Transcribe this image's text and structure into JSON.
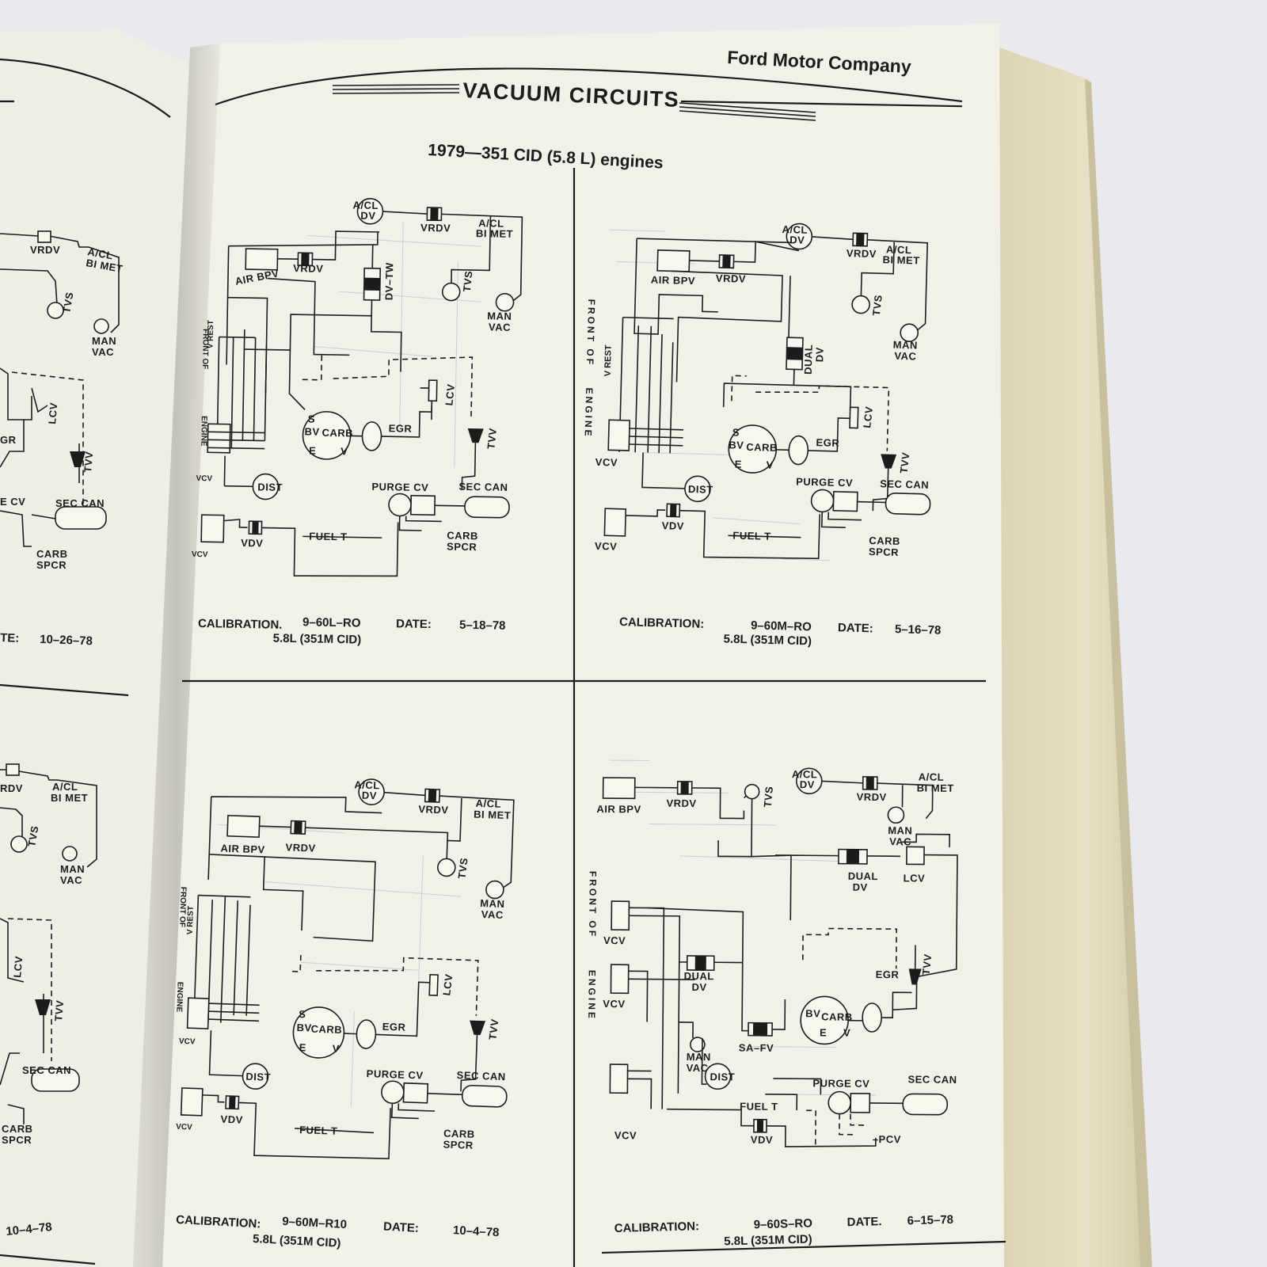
{
  "page": {
    "brand": "Ford Motor Company",
    "section_title": "VACUUM CIRCUITS",
    "subtitle": "1979—351 CID (5.8 L) engines"
  },
  "left_page": {
    "labels": [
      "VRDV",
      "A/CL",
      "BI MET",
      "TVS",
      "MAN",
      "VAC",
      "LCV",
      "GR",
      "TVV",
      "E CV",
      "SEC CAN",
      "CARB",
      "SPCR",
      "TE:",
      "10–26–78",
      "RDV",
      "A/CL",
      "BI MET",
      "TVS",
      "MAN",
      "VAC",
      "LCV",
      "TVV",
      "SEC CAN",
      "CARB",
      "SPCR",
      "10–4–78"
    ]
  },
  "diagrams": [
    {
      "labels": {
        "acl_dv_1": "A/CL",
        "acl_dv_2": "DV",
        "vrdv_top": "VRDV",
        "acl_bimet_1": "A/CL",
        "acl_bimet_2": "BI MET",
        "air_bpv": "AIR BPV",
        "vrdv": "VRDV",
        "dv_tw": "DV–TW",
        "tvs": "TVS",
        "man": "MAN",
        "vac": "VAC",
        "front": "FRONT OF",
        "engine": "ENGINE",
        "vrest": "V REST",
        "lcv": "LCV",
        "s": "S",
        "bv": "BV",
        "carb": "CARB",
        "egr": "EGR",
        "e": "E",
        "v": "V",
        "tvv": "TVV",
        "vcv_upper": "VCV",
        "dist": "DIST",
        "purge_cv": "PURGE CV",
        "sec_can": "SEC CAN",
        "vcv_lower": "VCV",
        "vdv": "VDV",
        "fuel_t": "FUEL T",
        "carb_spcr_1": "CARB",
        "carb_spcr_2": "SPCR"
      },
      "calibration_label": "CALIBRATION.",
      "calibration": "9–60L–RO",
      "date_label": "DATE:",
      "date": "5–18–78",
      "engine": "5.8L (351M CID)"
    },
    {
      "labels": {
        "acl_dv_1": "A/CL",
        "acl_dv_2": "DV",
        "vrdv_top": "VRDV",
        "acl_bimet_1": "A/CL",
        "acl_bimet_2": "BI MET",
        "air_bpv": "AIR BPV",
        "vrdv": "VRDV",
        "dual": "DUAL",
        "dual_dv": "DV",
        "tvs": "TVS",
        "man": "MAN",
        "vac": "VAC",
        "front": "FRONT OF",
        "engine": "ENGINE",
        "vrest": "V REST",
        "lcv": "LCV",
        "s": "S",
        "bv": "BV",
        "carb": "CARB",
        "egr": "EGR",
        "e": "E",
        "v": "V",
        "tvv": "TVV",
        "vcv_upper": "VCV",
        "dist": "DIST",
        "purge_cv": "PURGE CV",
        "sec_can": "SEC CAN",
        "vcv_lower": "VCV",
        "vdv": "VDV",
        "fuel_t": "FUEL T",
        "carb_spcr_1": "CARB",
        "carb_spcr_2": "SPCR"
      },
      "calibration_label": "CALIBRATION:",
      "calibration": "9–60M–RO",
      "date_label": "DATE:",
      "date": "5–16–78",
      "engine": "5.8L (351M CID)"
    },
    {
      "labels": {
        "acl_dv_1": "A/CL",
        "acl_dv_2": "DV",
        "vrdv_top": "VRDV",
        "acl_bimet_1": "A/CL",
        "acl_bimet_2": "BI MET",
        "air_bpv": "AIR BPV",
        "vrdv": "VRDV",
        "tvs": "TVS",
        "man": "MAN",
        "vac": "VAC",
        "front": "FRONT OF",
        "engine": "ENGINE",
        "vrest": "V REST",
        "lcv": "LCV",
        "s": "S",
        "bv": "BV",
        "carb": "CARB",
        "egr": "EGR",
        "e": "E",
        "v": "V",
        "tvv": "TVV",
        "vcv_upper": "VCV",
        "dist": "DIST",
        "purge_cv": "PURGE CV",
        "sec_can": "SEC CAN",
        "vcv_lower": "VCV",
        "vdv": "VDV",
        "fuel_t": "FUEL T",
        "carb_spcr_1": "CARB",
        "carb_spcr_2": "SPCR"
      },
      "calibration_label": "CALIBRATION:",
      "calibration": "9–60M–R10",
      "date_label": "DATE:",
      "date": "10–4–78",
      "engine": "5.8L (351M CID)"
    },
    {
      "labels": {
        "acl_dv_1": "A/CL",
        "acl_dv_2": "DV",
        "vrdv_top": "VRDV",
        "acl_bimet_1": "A/CL",
        "acl_bimet_2": "BI MET",
        "air_bpv": "AIR BPV",
        "vrdv": "VRDV",
        "tvs": "TVS",
        "man": "MAN",
        "vac": "VAC",
        "dual": "DUAL",
        "dual_dv": "DV",
        "lcv": "LCV",
        "front": "FRONT OF",
        "engine": "ENGINE",
        "vcv_1": "VCV",
        "vcv_2": "VCV",
        "dual2": "DUAL",
        "dual2_dv": "DV",
        "egr": "EGR",
        "tvv": "TVV",
        "bv": "BV",
        "carb": "CARB",
        "e": "E",
        "v": "V",
        "man2": "MAN",
        "vac2": "VAC",
        "safv": "SA–FV",
        "dist": "DIST",
        "purge_cv": "PURGE CV",
        "sec_can": "SEC CAN",
        "fuel_t": "FUEL T",
        "vcv_3": "VCV",
        "vdv": "VDV",
        "pcv": "–PCV"
      },
      "calibration_label": "CALIBRATION:",
      "calibration": "9–60S–RO",
      "date_label": "DATE.",
      "date": "6–15–78",
      "engine": "5.8L (351M CID)"
    }
  ]
}
